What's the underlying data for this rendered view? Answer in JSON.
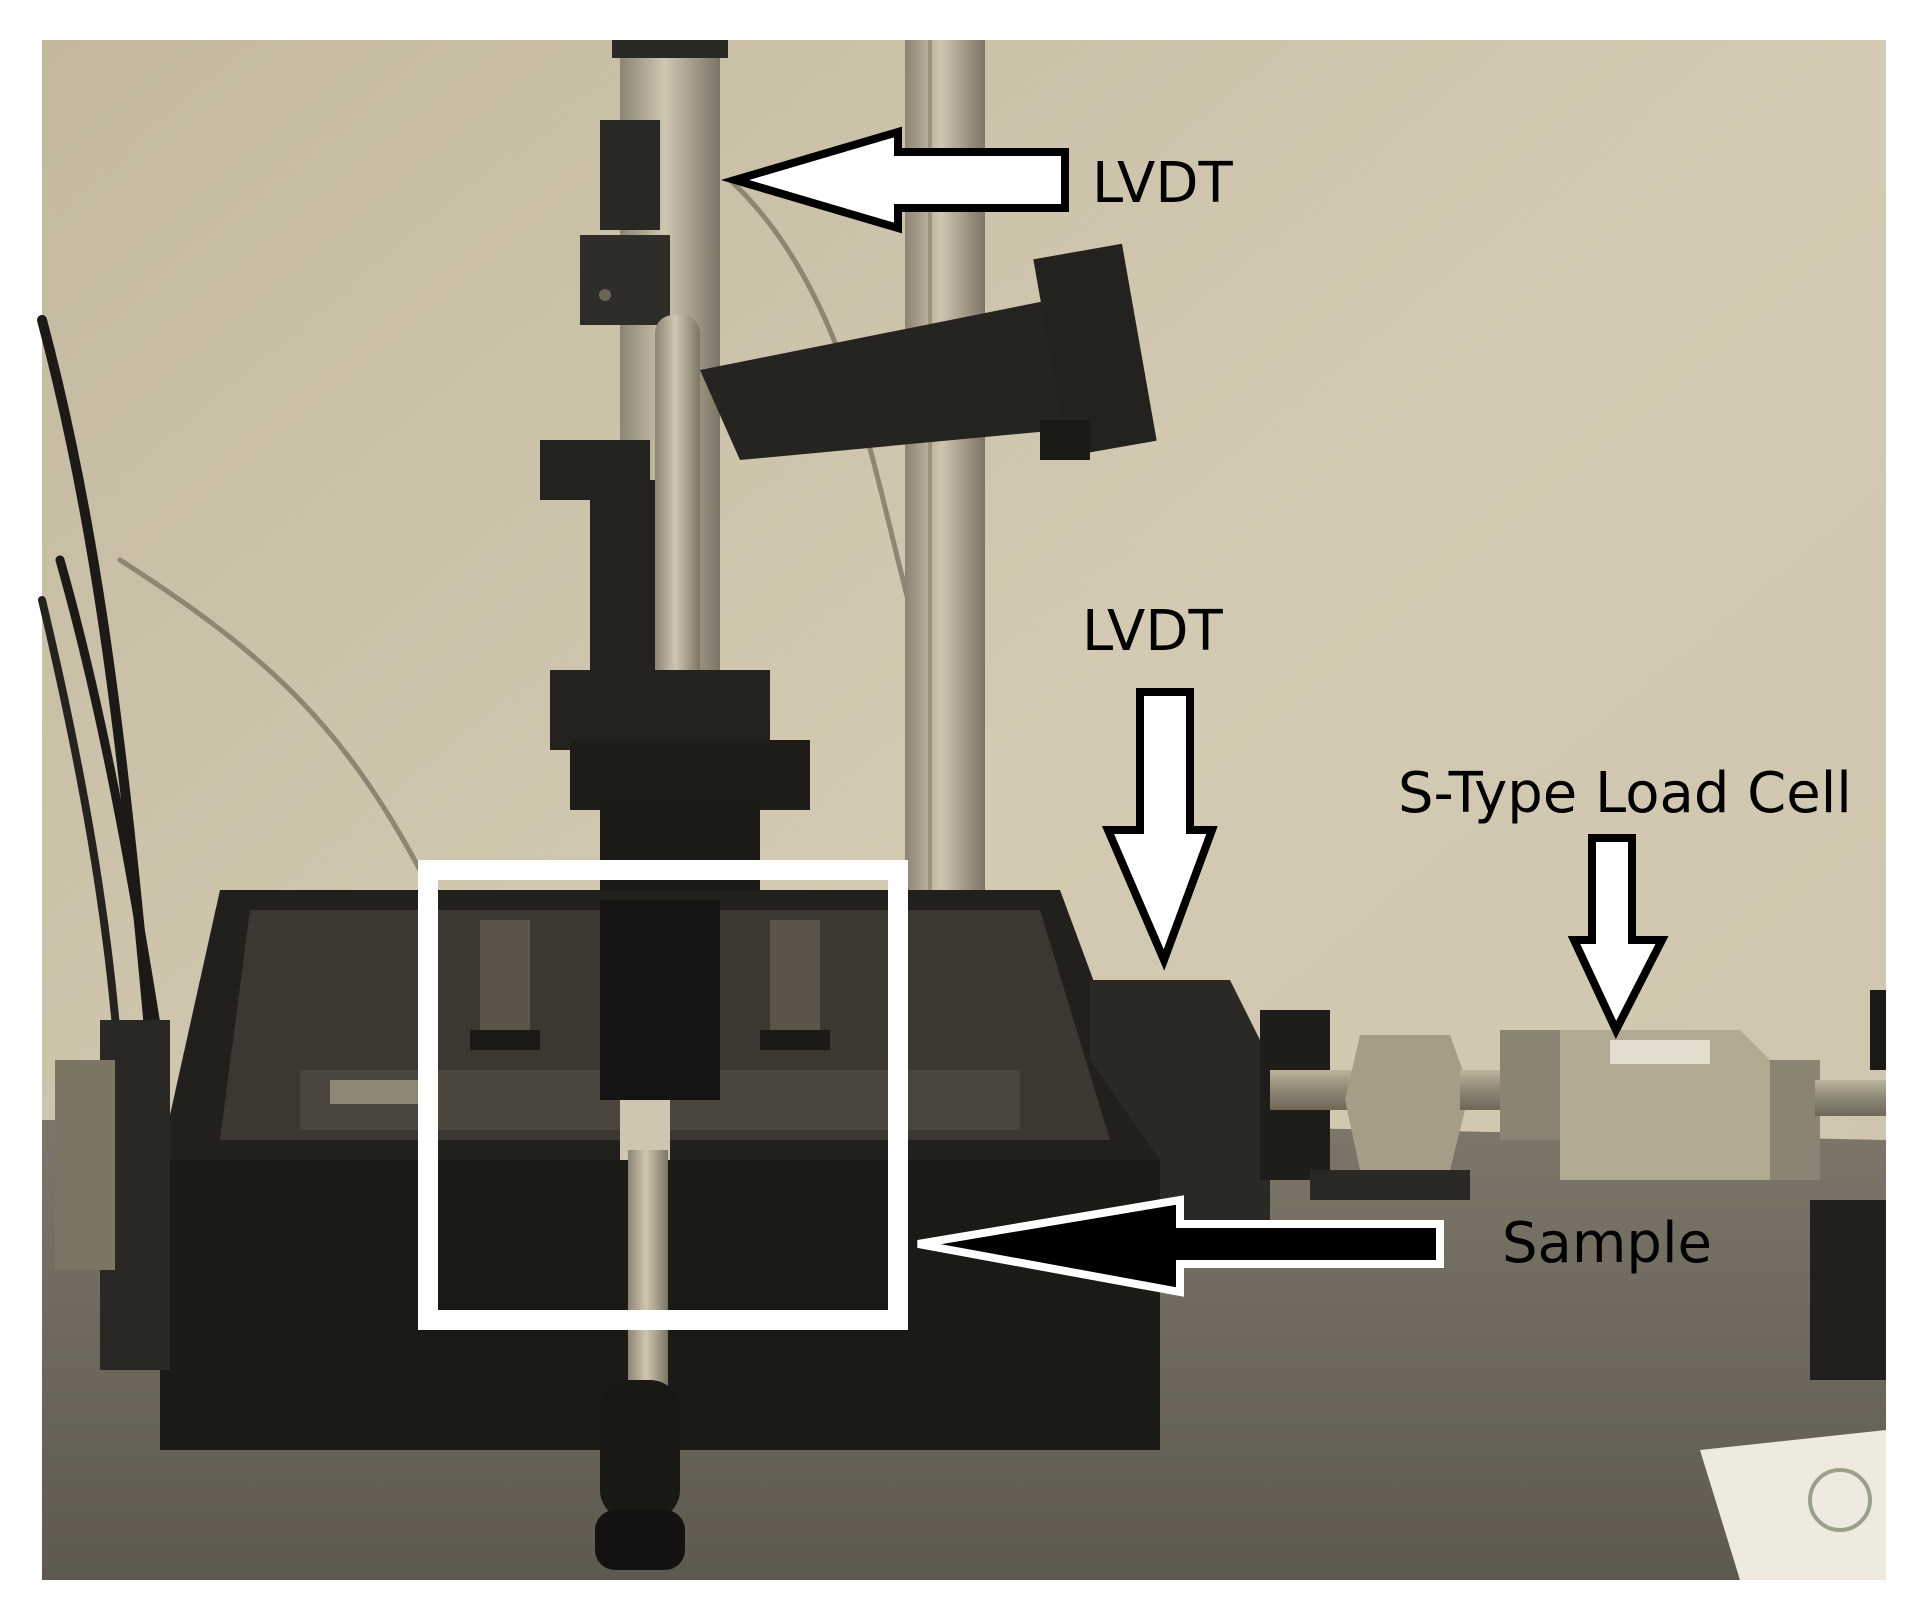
{
  "annotations": {
    "lvdt_top": "LVDT",
    "lvdt_mid": "LVDT",
    "load_cell": "S-Type Load Cell",
    "sample": "Sample"
  },
  "colors": {
    "wall": "#cdc3ad",
    "bench": "#6f6a5f",
    "instrument_black": "#1e1c19",
    "steel": "#a69d89",
    "sample_box": "#ffffff",
    "label_text": "#000000"
  }
}
